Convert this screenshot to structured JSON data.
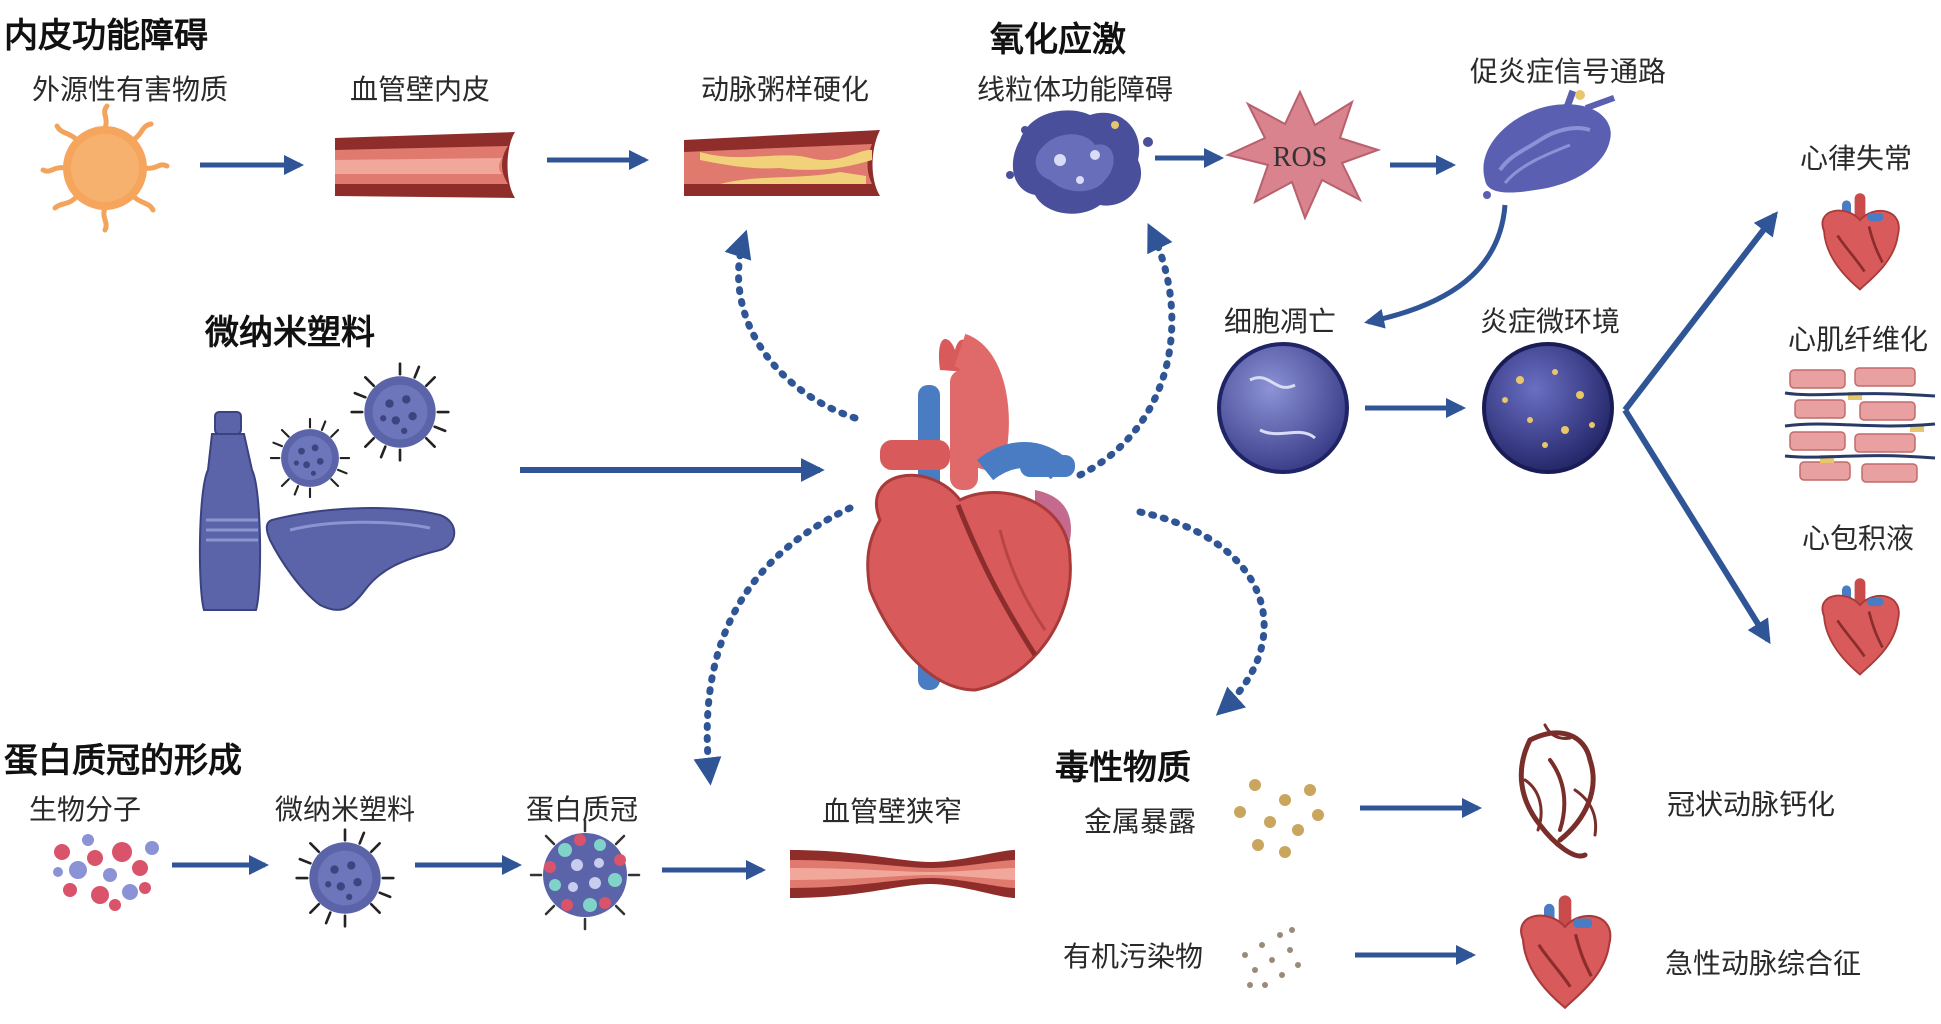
{
  "sections": {
    "endothelial": {
      "title": "内皮功能障碍",
      "steps": [
        "外源性有害物质",
        "血管壁内皮",
        "动脉粥样硬化"
      ]
    },
    "oxidative": {
      "title": "氧化应激",
      "steps": [
        "线粒体功能障碍",
        "ROS",
        "促炎症信号通路",
        "细胞凋亡",
        "炎症微环境"
      ]
    },
    "center": {
      "title": "微纳米塑料"
    },
    "outcomes": [
      "心律失常",
      "心肌纤维化",
      "心包积液"
    ],
    "corona": {
      "title": "蛋白质冠的形成",
      "steps": [
        "生物分子",
        "微纳米塑料",
        "蛋白质冠",
        "血管壁狭窄"
      ]
    },
    "toxic": {
      "title": "毒性物质",
      "items": [
        {
          "source": "金属暴露",
          "effect": "冠状动脉钙化"
        },
        {
          "source": "有机污染物",
          "effect": "急性动脉综合征"
        }
      ]
    }
  },
  "colors": {
    "arrow": "#2f5597",
    "particle": "#5b64a8",
    "vessel_outer": "#8e2d2a",
    "vessel_inner": "#e07a6e",
    "heart_red": "#d95a5a",
    "heart_blue": "#4a7cc4",
    "plaque": "#f1d27a",
    "cell_orange": "#f6a55d",
    "ros_pink": "#d9838f"
  }
}
